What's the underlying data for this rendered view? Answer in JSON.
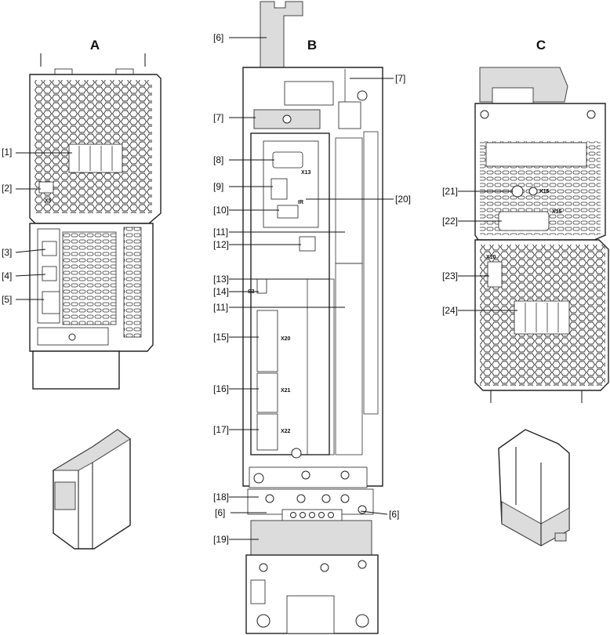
{
  "views": {
    "a": "A",
    "b": "B",
    "c": "C"
  },
  "callouts": {
    "c1": "[1]",
    "c2": "[2]",
    "c3": "[3]",
    "c4": "[4]",
    "c5": "[5]",
    "c6_top": "[6]",
    "c6_left": "[6]",
    "c6_right": "[6]",
    "c7_top_right": "[7]",
    "c7_left": "[7]",
    "c8": "[8]",
    "c9": "[9]",
    "c10": "[10]",
    "c11_upper": "[11]",
    "c11_lower": "[11]",
    "c12": "[12]",
    "c13": "[13]",
    "c14": "[14]",
    "c15": "[15]",
    "c16": "[16]",
    "c17": "[17]",
    "c18": "[18]",
    "c19": "[19]",
    "c20": "[20]",
    "c21": "[21]",
    "c22": "[22]",
    "c23": "[23]",
    "c24": "[24]"
  },
  "connectors": {
    "x5": "X5",
    "x13": "X13",
    "s3": "S3",
    "x20": "X20",
    "x21": "X21",
    "x22": "X22",
    "x16": "X16",
    "x15": "X15",
    "x10": "X10",
    "ir": "IR"
  },
  "colors": {
    "housing_grey": "#dcdcdc",
    "outline": "#222222",
    "background": "#ffffff"
  }
}
